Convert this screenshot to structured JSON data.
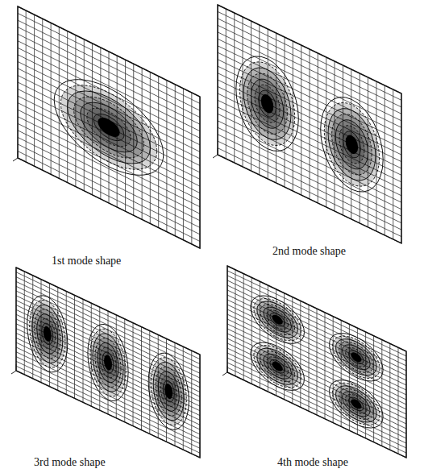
{
  "diagram": {
    "labels": [
      "1st mode shape",
      "2nd mode shape",
      "3rd mode shape",
      "4th mode shape"
    ]
  }
}
